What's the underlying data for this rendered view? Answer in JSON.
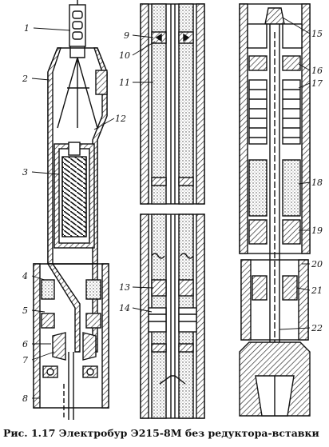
{
  "figure": {
    "caption": "Рис. 1.17 Электробур Э215-8М без редуктора-вставки",
    "labels": [
      "1",
      "2",
      "3",
      "4",
      "5",
      "6",
      "7",
      "8",
      "9",
      "10",
      "11",
      "12",
      "13",
      "14",
      "15",
      "16",
      "17",
      "18",
      "19",
      "20",
      "21",
      "22"
    ]
  }
}
